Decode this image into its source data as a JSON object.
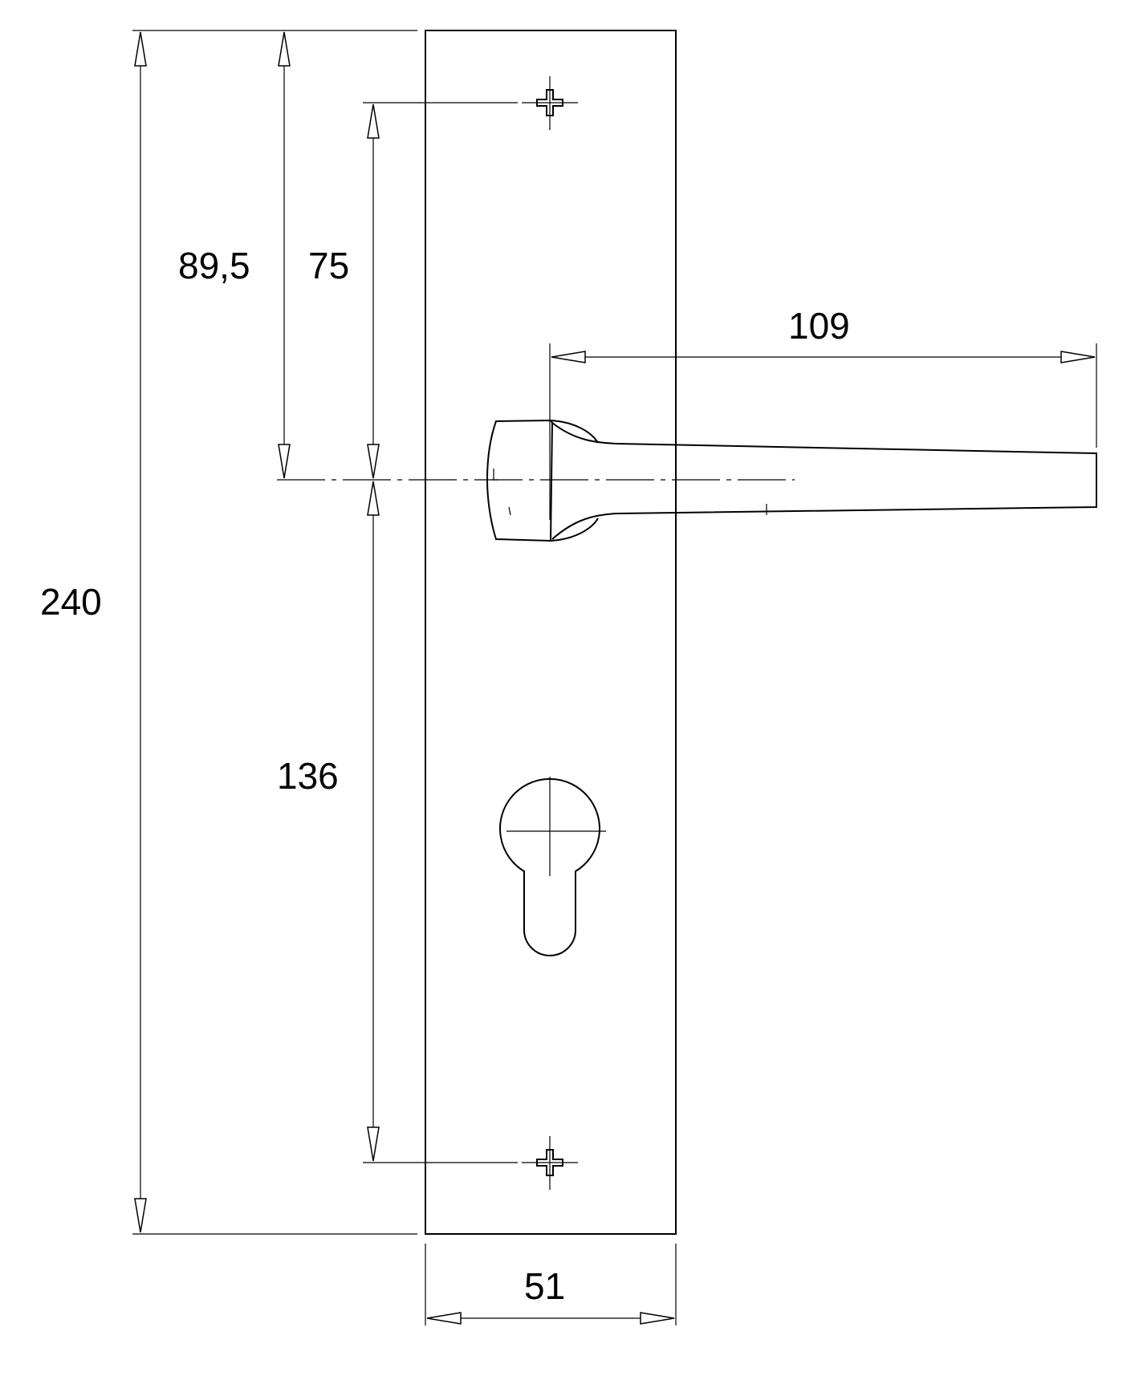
{
  "dimensions": {
    "total_height": "240",
    "handle_center_from_top": "89,5",
    "top_screw_to_handle": "75",
    "handle_to_bottom_screw": "136",
    "handle_projection": "109",
    "plate_width": "51"
  },
  "colors": {
    "line": "#000000",
    "background": "#ffffff"
  }
}
